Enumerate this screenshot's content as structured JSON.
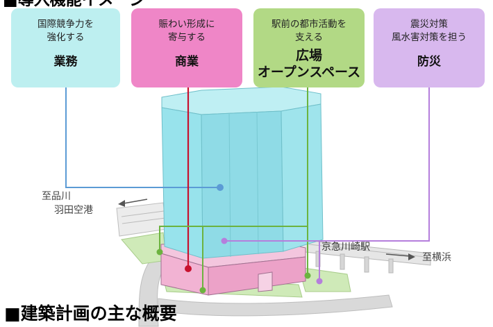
{
  "top_heading": "■導入機能イメージ",
  "bottom_heading": "■建築計画の主な概要",
  "cards": [
    {
      "desc_lines": [
        "国際競争力を",
        "強化する"
      ],
      "title_lines": [
        "業務"
      ],
      "color": "#bdeff0",
      "line_color": "#5b9bd5"
    },
    {
      "desc_lines": [
        "賑わい形成に",
        "寄与する"
      ],
      "title_lines": [
        "商業"
      ],
      "color": "#ef86c7",
      "line_color": "#c8102e"
    },
    {
      "desc_lines": [
        "駅前の都市活動を",
        "支える"
      ],
      "title_lines": [
        "広場",
        "オープンスペース"
      ],
      "color": "#b2d985",
      "line_color": "#6cb33f"
    },
    {
      "desc_lines": [
        "震災対策",
        "風水害対策を担う"
      ],
      "title_lines": [
        "防災"
      ],
      "color": "#d8b8ee",
      "line_color": "#b57edc"
    }
  ],
  "labels": {
    "shinagawa_line1": "至品川",
    "shinagawa_line2": "羽田空港",
    "station": "京急川崎駅",
    "yokohama": "至横浜"
  }
}
